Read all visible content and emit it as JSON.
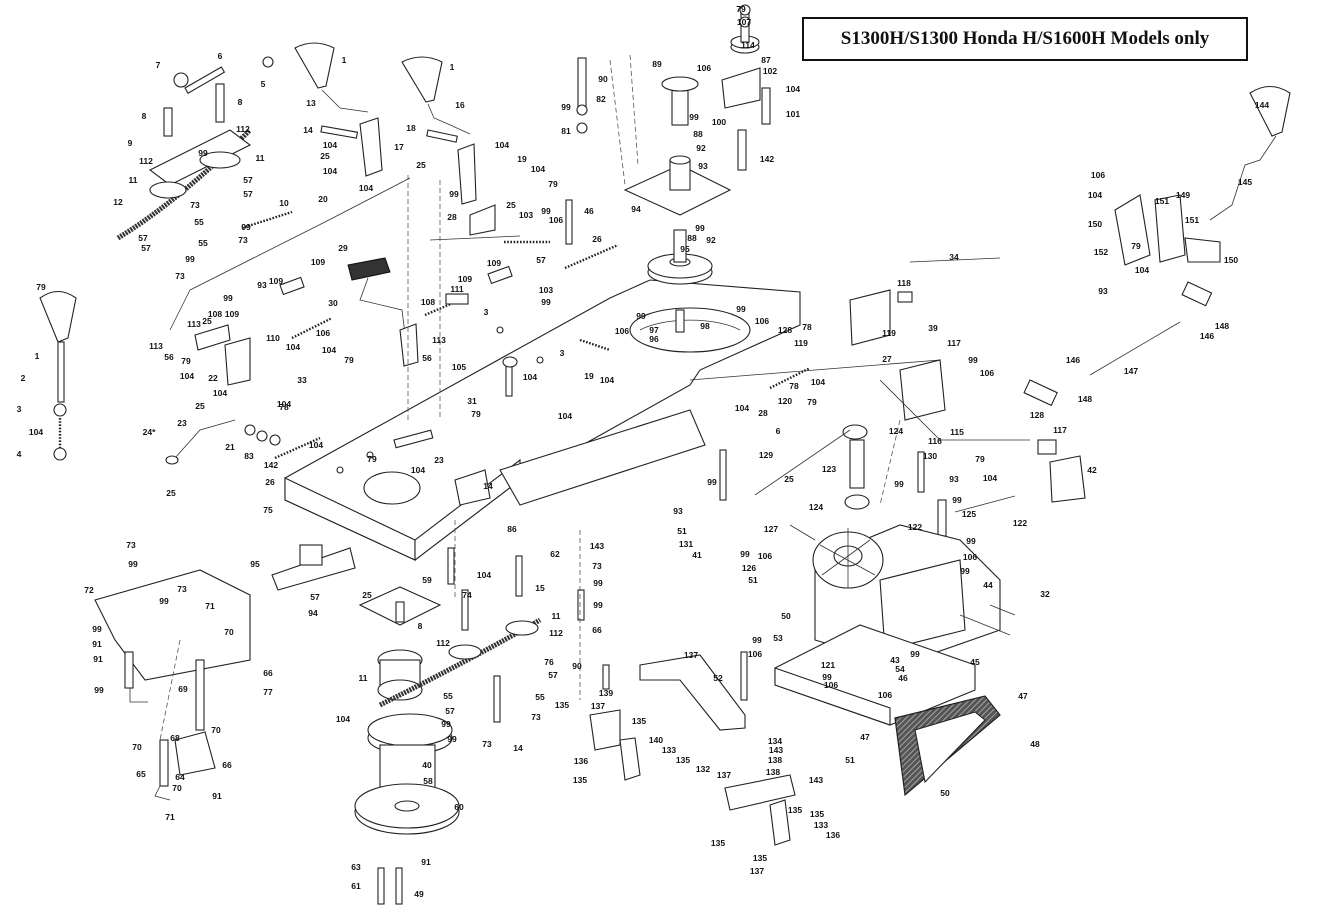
{
  "title": "S1300H/S1300 Honda H/S1600H Models only",
  "callouts": [
    {
      "n": "79"
    },
    {
      "n": "107"
    },
    {
      "n": "114"
    },
    {
      "n": "87"
    },
    {
      "n": "102"
    },
    {
      "n": "104"
    },
    {
      "n": "101"
    },
    {
      "n": "90"
    },
    {
      "n": "82"
    },
    {
      "n": "99"
    },
    {
      "n": "81"
    },
    {
      "n": "89"
    },
    {
      "n": "106"
    },
    {
      "n": "99"
    },
    {
      "n": "100"
    },
    {
      "n": "88"
    },
    {
      "n": "92"
    },
    {
      "n": "93"
    },
    {
      "n": "142"
    },
    {
      "n": "94"
    },
    {
      "n": "99"
    },
    {
      "n": "88"
    },
    {
      "n": "92"
    },
    {
      "n": "95"
    },
    {
      "n": "96"
    },
    {
      "n": "97"
    },
    {
      "n": "98"
    },
    {
      "n": "99"
    },
    {
      "n": "106"
    },
    {
      "n": "106"
    },
    {
      "n": "99"
    },
    {
      "n": "1"
    },
    {
      "n": "1"
    },
    {
      "n": "6"
    },
    {
      "n": "5"
    },
    {
      "n": "7"
    },
    {
      "n": "8"
    },
    {
      "n": "8"
    },
    {
      "n": "112"
    },
    {
      "n": "9"
    },
    {
      "n": "99"
    },
    {
      "n": "11"
    },
    {
      "n": "112"
    },
    {
      "n": "11"
    },
    {
      "n": "57"
    },
    {
      "n": "57"
    },
    {
      "n": "10"
    },
    {
      "n": "73"
    },
    {
      "n": "55"
    },
    {
      "n": "99"
    },
    {
      "n": "73"
    },
    {
      "n": "12"
    },
    {
      "n": "57"
    },
    {
      "n": "57"
    },
    {
      "n": "55"
    },
    {
      "n": "99"
    },
    {
      "n": "73"
    },
    {
      "n": "13"
    },
    {
      "n": "16"
    },
    {
      "n": "14"
    },
    {
      "n": "18"
    },
    {
      "n": "104"
    },
    {
      "n": "17"
    },
    {
      "n": "25"
    },
    {
      "n": "104"
    },
    {
      "n": "104"
    },
    {
      "n": "25"
    },
    {
      "n": "104"
    },
    {
      "n": "19"
    },
    {
      "n": "104"
    },
    {
      "n": "99"
    },
    {
      "n": "25"
    },
    {
      "n": "79"
    },
    {
      "n": "20"
    },
    {
      "n": "28"
    },
    {
      "n": "46"
    },
    {
      "n": "103"
    },
    {
      "n": "99"
    },
    {
      "n": "106"
    },
    {
      "n": "26"
    },
    {
      "n": "57"
    },
    {
      "n": "103"
    },
    {
      "n": "99"
    },
    {
      "n": "29"
    },
    {
      "n": "109"
    },
    {
      "n": "93"
    },
    {
      "n": "109"
    },
    {
      "n": "109"
    },
    {
      "n": "109"
    },
    {
      "n": "99"
    },
    {
      "n": "109"
    },
    {
      "n": "108"
    },
    {
      "n": "108"
    },
    {
      "n": "30"
    },
    {
      "n": "111"
    },
    {
      "n": "3"
    },
    {
      "n": "113"
    },
    {
      "n": "25"
    },
    {
      "n": "113"
    },
    {
      "n": "56"
    },
    {
      "n": "104"
    },
    {
      "n": "79"
    },
    {
      "n": "22"
    },
    {
      "n": "104"
    },
    {
      "n": "110"
    },
    {
      "n": "104"
    },
    {
      "n": "106"
    },
    {
      "n": "113"
    },
    {
      "n": "56"
    },
    {
      "n": "3"
    },
    {
      "n": "19"
    },
    {
      "n": "104"
    },
    {
      "n": "79"
    },
    {
      "n": "1"
    },
    {
      "n": "2"
    },
    {
      "n": "3"
    },
    {
      "n": "104"
    },
    {
      "n": "4"
    },
    {
      "n": "104"
    },
    {
      "n": "79"
    },
    {
      "n": "104"
    },
    {
      "n": "105"
    },
    {
      "n": "31"
    },
    {
      "n": "79"
    },
    {
      "n": "104"
    },
    {
      "n": "33"
    },
    {
      "n": "78"
    },
    {
      "n": "104"
    },
    {
      "n": "25"
    },
    {
      "n": "23"
    },
    {
      "n": "24*"
    },
    {
      "n": "25"
    },
    {
      "n": "21"
    },
    {
      "n": "83"
    },
    {
      "n": "142"
    },
    {
      "n": "104"
    },
    {
      "n": "26"
    },
    {
      "n": "79"
    },
    {
      "n": "104"
    },
    {
      "n": "23"
    },
    {
      "n": "14"
    },
    {
      "n": "75"
    },
    {
      "n": "34"
    },
    {
      "n": "118"
    },
    {
      "n": "119"
    },
    {
      "n": "39"
    },
    {
      "n": "117"
    },
    {
      "n": "128"
    },
    {
      "n": "78"
    },
    {
      "n": "119"
    },
    {
      "n": "78"
    },
    {
      "n": "120"
    },
    {
      "n": "104"
    },
    {
      "n": "79"
    },
    {
      "n": "104"
    },
    {
      "n": "28"
    },
    {
      "n": "6"
    },
    {
      "n": "27"
    },
    {
      "n": "99"
    },
    {
      "n": "106"
    },
    {
      "n": "124"
    },
    {
      "n": "116"
    },
    {
      "n": "115"
    },
    {
      "n": "79"
    },
    {
      "n": "104"
    },
    {
      "n": "128"
    },
    {
      "n": "117"
    },
    {
      "n": "42"
    },
    {
      "n": "123"
    },
    {
      "n": "124"
    },
    {
      "n": "129"
    },
    {
      "n": "99"
    },
    {
      "n": "130"
    },
    {
      "n": "93"
    },
    {
      "n": "99"
    },
    {
      "n": "99"
    },
    {
      "n": "125"
    },
    {
      "n": "122"
    },
    {
      "n": "122"
    },
    {
      "n": "99"
    },
    {
      "n": "106"
    },
    {
      "n": "99"
    },
    {
      "n": "25"
    },
    {
      "n": "93"
    },
    {
      "n": "127"
    },
    {
      "n": "51"
    },
    {
      "n": "131"
    },
    {
      "n": "41"
    },
    {
      "n": "99"
    },
    {
      "n": "106"
    },
    {
      "n": "126"
    },
    {
      "n": "51"
    },
    {
      "n": "50"
    },
    {
      "n": "44"
    },
    {
      "n": "32"
    },
    {
      "n": "53"
    },
    {
      "n": "43"
    },
    {
      "n": "54"
    },
    {
      "n": "99"
    },
    {
      "n": "45"
    },
    {
      "n": "121"
    },
    {
      "n": "99"
    },
    {
      "n": "106"
    },
    {
      "n": "46"
    },
    {
      "n": "106"
    },
    {
      "n": "47"
    },
    {
      "n": "48"
    },
    {
      "n": "47"
    },
    {
      "n": "51"
    },
    {
      "n": "50"
    },
    {
      "n": "144"
    },
    {
      "n": "145"
    },
    {
      "n": "106"
    },
    {
      "n": "104"
    },
    {
      "n": "151"
    },
    {
      "n": "149"
    },
    {
      "n": "151"
    },
    {
      "n": "150"
    },
    {
      "n": "152"
    },
    {
      "n": "79"
    },
    {
      "n": "104"
    },
    {
      "n": "150"
    },
    {
      "n": "93"
    },
    {
      "n": "148"
    },
    {
      "n": "146"
    },
    {
      "n": "146"
    },
    {
      "n": "147"
    },
    {
      "n": "148"
    },
    {
      "n": "73"
    },
    {
      "n": "99"
    },
    {
      "n": "95"
    },
    {
      "n": "57"
    },
    {
      "n": "94"
    },
    {
      "n": "72"
    },
    {
      "n": "73"
    },
    {
      "n": "99"
    },
    {
      "n": "71"
    },
    {
      "n": "99"
    },
    {
      "n": "91"
    },
    {
      "n": "70"
    },
    {
      "n": "91"
    },
    {
      "n": "66"
    },
    {
      "n": "99"
    },
    {
      "n": "77"
    },
    {
      "n": "69"
    },
    {
      "n": "70"
    },
    {
      "n": "68"
    },
    {
      "n": "70"
    },
    {
      "n": "66"
    },
    {
      "n": "65"
    },
    {
      "n": "64"
    },
    {
      "n": "70"
    },
    {
      "n": "91"
    },
    {
      "n": "71"
    },
    {
      "n": "25"
    },
    {
      "n": "59"
    },
    {
      "n": "86"
    },
    {
      "n": "104"
    },
    {
      "n": "15"
    },
    {
      "n": "74"
    },
    {
      "n": "8"
    },
    {
      "n": "112"
    },
    {
      "n": "11"
    },
    {
      "n": "112"
    },
    {
      "n": "11"
    },
    {
      "n": "76"
    },
    {
      "n": "57"
    },
    {
      "n": "55"
    },
    {
      "n": "57"
    },
    {
      "n": "55"
    },
    {
      "n": "99"
    },
    {
      "n": "99"
    },
    {
      "n": "73"
    },
    {
      "n": "73"
    },
    {
      "n": "14"
    },
    {
      "n": "104"
    },
    {
      "n": "40"
    },
    {
      "n": "58"
    },
    {
      "n": "60"
    },
    {
      "n": "63"
    },
    {
      "n": "91"
    },
    {
      "n": "61"
    },
    {
      "n": "49"
    },
    {
      "n": "62"
    },
    {
      "n": "143"
    },
    {
      "n": "73"
    },
    {
      "n": "99"
    },
    {
      "n": "99"
    },
    {
      "n": "66"
    },
    {
      "n": "90"
    },
    {
      "n": "139"
    },
    {
      "n": "135"
    },
    {
      "n": "137"
    },
    {
      "n": "135"
    },
    {
      "n": "140"
    },
    {
      "n": "133"
    },
    {
      "n": "135"
    },
    {
      "n": "136"
    },
    {
      "n": "135"
    },
    {
      "n": "137"
    },
    {
      "n": "52"
    },
    {
      "n": "134"
    },
    {
      "n": "143"
    },
    {
      "n": "138"
    },
    {
      "n": "138"
    },
    {
      "n": "143"
    },
    {
      "n": "132"
    },
    {
      "n": "137"
    },
    {
      "n": "135"
    },
    {
      "n": "135"
    },
    {
      "n": "133"
    },
    {
      "n": "135"
    },
    {
      "n": "136"
    },
    {
      "n": "135"
    },
    {
      "n": "137"
    },
    {
      "n": "99"
    },
    {
      "n": "106"
    }
  ]
}
